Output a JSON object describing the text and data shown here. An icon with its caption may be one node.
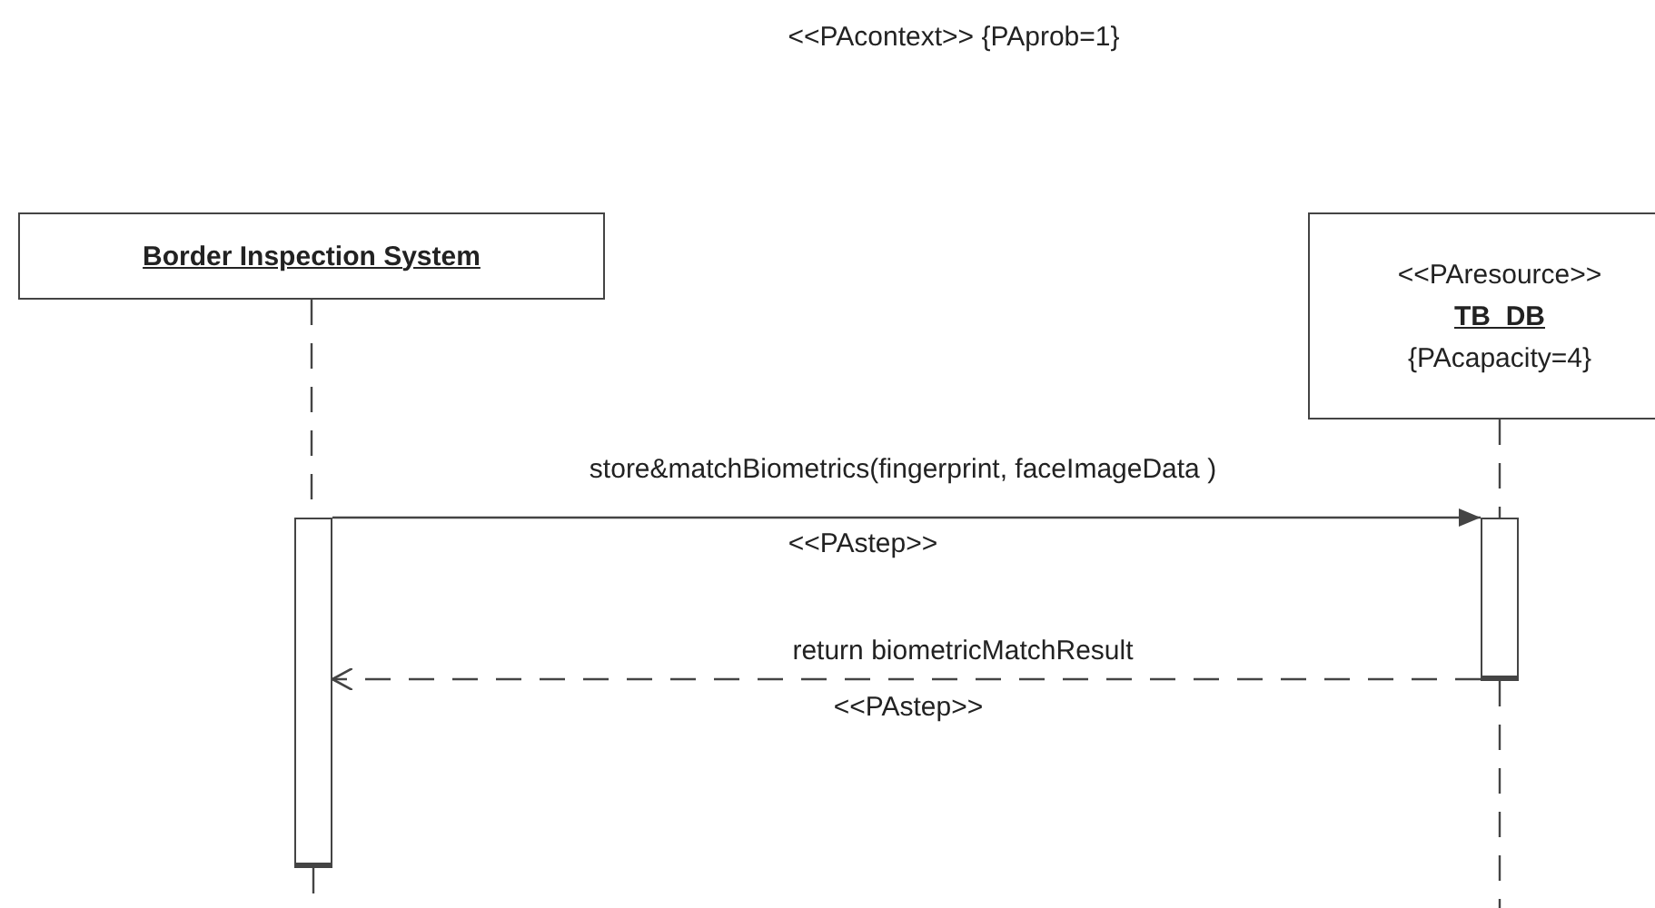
{
  "diagram": {
    "title": "<<PAcontext>> {PAprob=1}",
    "nodes": [
      {
        "text": [
          "Border Inspection System"
        ]
      },
      {
        "text": [
          "<<PAresource>>",
          "TB_DB",
          "{PAcapacity=4}"
        ]
      },
      {
        "text": [],
        "shape": "bar"
      },
      {
        "text": [],
        "shape": "bar"
      }
    ],
    "edges": [
      {
        "from": 0,
        "to": 2,
        "arrow": "none",
        "style": "dashed"
      },
      {
        "from": 1,
        "to": 3,
        "arrow": "none",
        "style": "dashed"
      },
      {
        "from": 2,
        "to": 3,
        "arrow": "to",
        "label": "store&matchBiometrics(fingerprint, faceImageData )"
      },
      {
        "from": 3,
        "to": 2,
        "arrow": "to",
        "style": "dashed",
        "label": "return biometricMatchResult"
      },
      {
        "from": 2,
        "to": null,
        "arrow": "none",
        "style": "dashed"
      },
      {
        "from": 3,
        "to": null,
        "arrow": "none",
        "style": "dashed"
      }
    ],
    "labels": [
      "<<PAstep>>",
      "<<PAstep>>"
    ]
  }
}
